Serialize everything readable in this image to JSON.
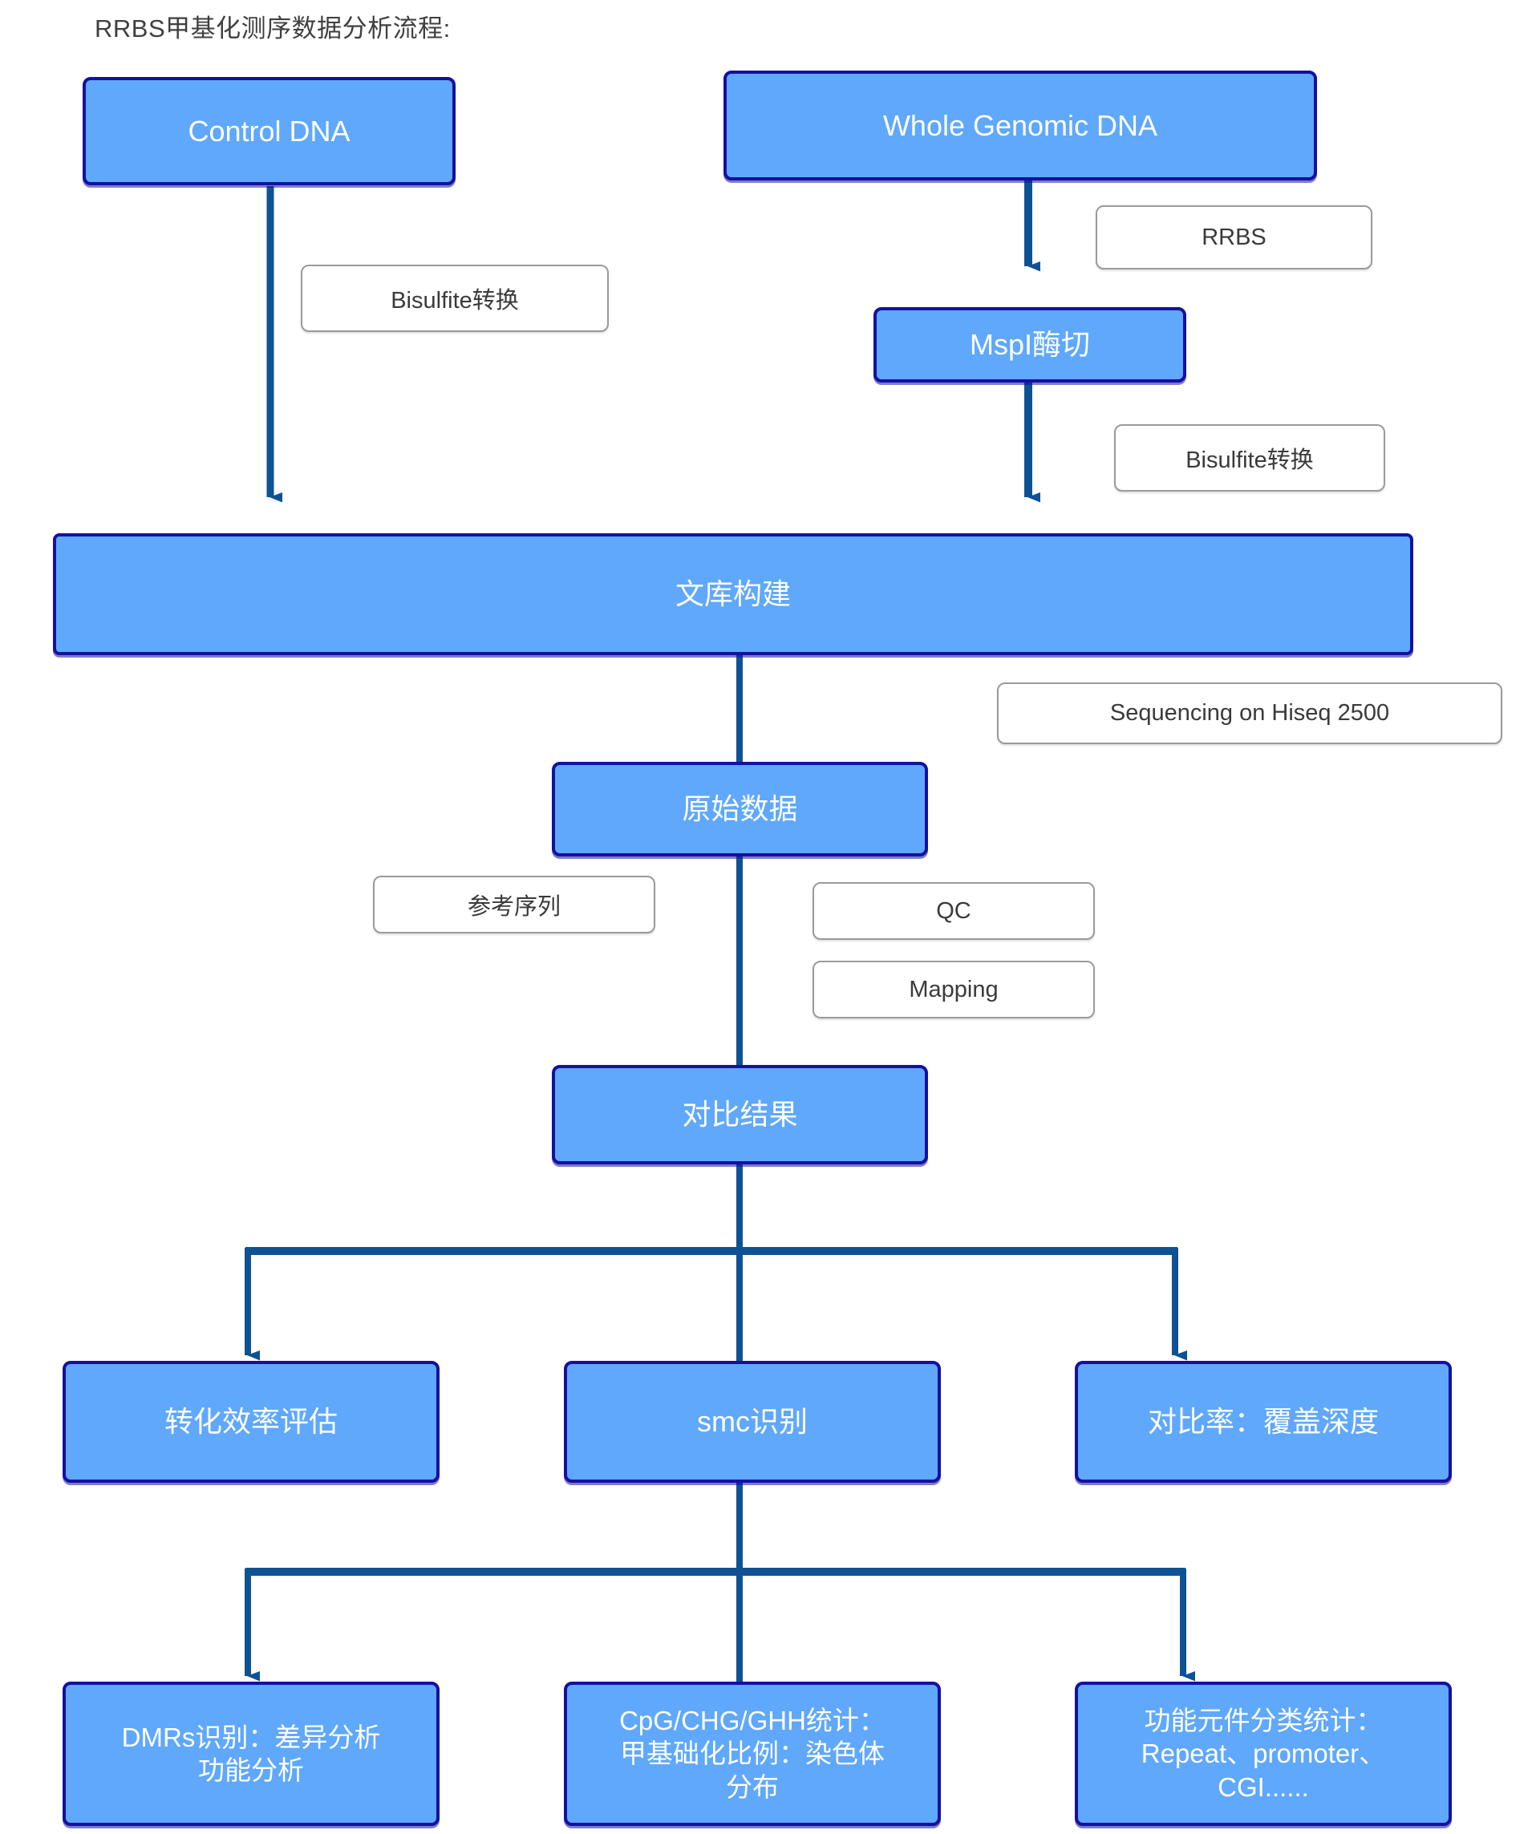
{
  "diagram": {
    "title": "RRBS甲基化测序数据分析流程:",
    "colors": {
      "node_fill": "#5FA8FC",
      "node_border": "#1410A0",
      "node_text": "#FFFFFF",
      "label_fill": "#FFFFFF",
      "label_border": "#9A9A9A",
      "label_text": "#3A3A3A",
      "connector": "#0E5293",
      "title_text": "#3F3F3F"
    },
    "nodes": [
      {
        "id": "control-dna",
        "label": "Control DNA"
      },
      {
        "id": "whole-genomic-dna",
        "label": "Whole Genomic DNA"
      },
      {
        "id": "mspi-digestion",
        "label": "MspI酶切"
      },
      {
        "id": "library-construction",
        "label": "文库构建"
      },
      {
        "id": "raw-data",
        "label": "原始数据"
      },
      {
        "id": "alignment-result",
        "label": "对比结果"
      },
      {
        "id": "conversion-efficiency",
        "label": "转化效率评估"
      },
      {
        "id": "smc-detection",
        "label": "smc识别"
      },
      {
        "id": "mapping-rate-depth",
        "label": "对比率：覆盖深度"
      },
      {
        "id": "dmrs",
        "line1": "DMRs识别：差异分析",
        "line2": "功能分析"
      },
      {
        "id": "context-stats",
        "line1": "CpG/CHG/GHH统计：",
        "line2": "甲基础化比例：染色体",
        "line3": "分布"
      },
      {
        "id": "functional-elements",
        "line1": "功能元件分类统计：",
        "line2": "Repeat、promoter、",
        "line3": "CGI......"
      }
    ],
    "edge_labels": [
      {
        "id": "bisulfite-left",
        "text": "Bisulfite转换"
      },
      {
        "id": "rrbs",
        "text": "RRBS"
      },
      {
        "id": "bisulfite-right",
        "text": "Bisulfite转换"
      },
      {
        "id": "sequencing",
        "text": "Sequencing on Hiseq 2500"
      },
      {
        "id": "reference-sequence",
        "text": "参考序列"
      },
      {
        "id": "qc",
        "text": "QC"
      },
      {
        "id": "mapping",
        "text": "Mapping"
      }
    ]
  }
}
